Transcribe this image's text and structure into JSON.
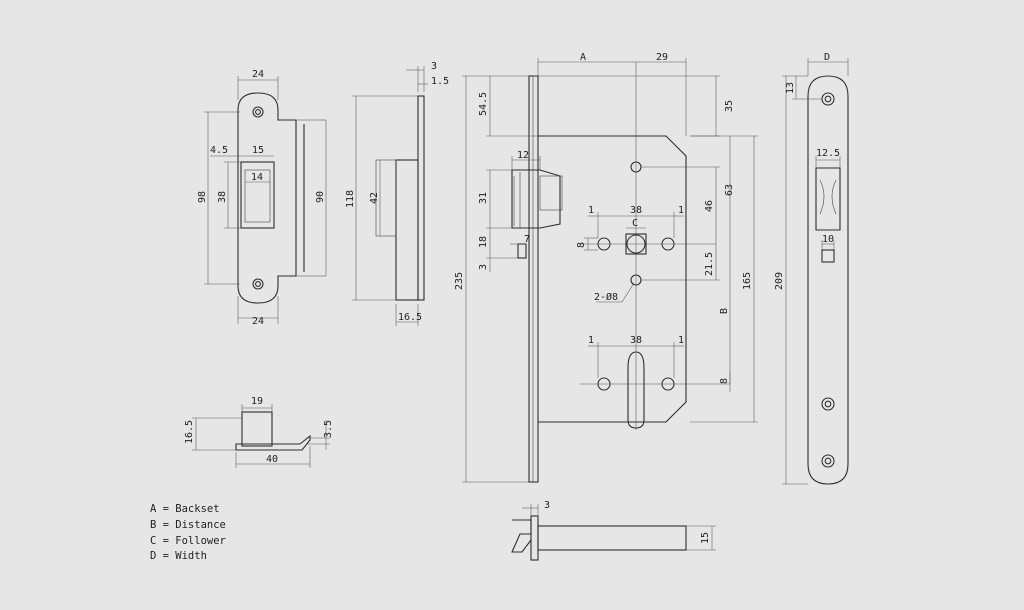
{
  "strike_plate": {
    "width_top": "24",
    "width_bottom": "24",
    "offset": "4.5",
    "opening_width": "15",
    "inner_width": "14",
    "height_outer": "98",
    "opening_height": "38",
    "height_inner": "90"
  },
  "strike_side": {
    "thickness": "3",
    "lip": "1.5",
    "height": "118",
    "box_height": "42",
    "depth": "16.5"
  },
  "bolt_detail": {
    "width": "19",
    "height": "16.5",
    "thickness": "3.5",
    "length": "40"
  },
  "lock_body": {
    "backset_label": "A",
    "case_width": "29",
    "top_offset": "54.5",
    "top_offset_right": "35",
    "latch_width": "12",
    "latch_height": "31",
    "latch_to_hole": "18",
    "stop": "7",
    "stop_gap": "3",
    "overall_height": "235",
    "hole_spacing_top": "38",
    "gap_left_top": "1",
    "gap_right_top": "1",
    "follower_label": "C",
    "hole_dia": "8",
    "screw_holes": "2-Ø8",
    "upper_63": "63",
    "upper_46": "46",
    "upper_21_5": "21.5",
    "distance_label": "B",
    "case_height": "165",
    "hole_spacing_bottom": "38",
    "gap_left_bottom": "1",
    "gap_right_bottom": "1",
    "bottom_8": "8"
  },
  "faceplate": {
    "width_label": "D",
    "top_offset": "13",
    "latch_width": "12.5",
    "bolt_width": "10",
    "height": "209"
  },
  "bottom_view": {
    "thickness": "3",
    "height": "15"
  },
  "legend": [
    "A = Backset",
    "B = Distance",
    "C = Follower",
    "D = Width"
  ]
}
